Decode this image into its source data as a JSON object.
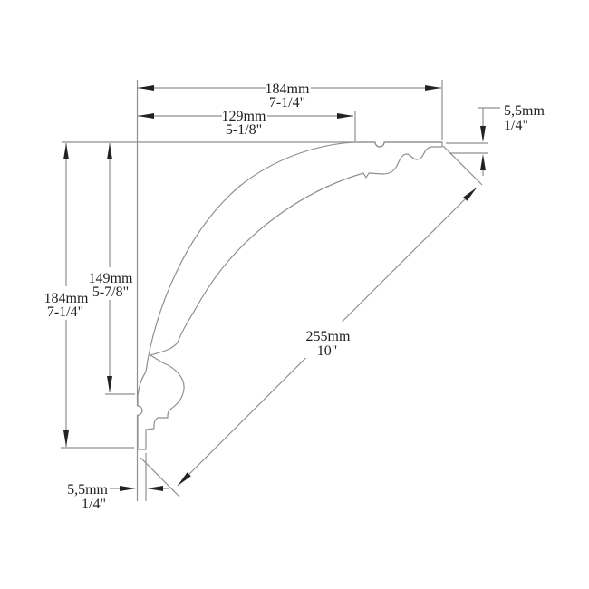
{
  "drawing": {
    "colors": {
      "background": "#ffffff",
      "line": "#8f8f8f",
      "text": "#1f1f1f",
      "arrow": "#222222"
    },
    "dimensions": {
      "overall_width": {
        "mm": "184mm",
        "inch": "7-1/4\""
      },
      "ceiling_projection": {
        "mm": "129mm",
        "inch": "5-1/8\""
      },
      "top_thickness": {
        "mm": "5,5mm",
        "inch": "1/4\""
      },
      "overall_height": {
        "mm": "184mm",
        "inch": "7-1/4\""
      },
      "wall_drop": {
        "mm": "149mm",
        "inch": "5-7/8\""
      },
      "diagonal_face": {
        "mm": "255mm",
        "inch": "10\""
      },
      "bottom_thickness": {
        "mm": "5,5mm",
        "inch": "1/4\""
      }
    }
  }
}
